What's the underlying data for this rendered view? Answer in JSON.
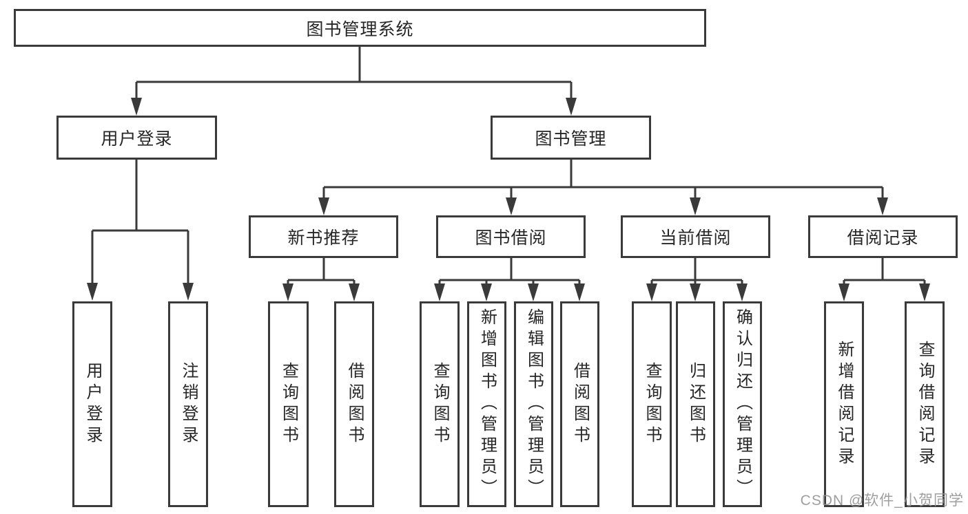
{
  "diagram": {
    "title": "图书管理系统",
    "watermark": "CSDN @软件_小贺同学",
    "colors": {
      "line": "#3a3a3a",
      "box_border": "#3a3a3a",
      "text": "#262626",
      "background": "#ffffff",
      "watermark": "#949494"
    },
    "nodes": {
      "root": {
        "label": "图书管理系统"
      },
      "user_login": {
        "label": "用户登录"
      },
      "book_mgmt": {
        "label": "图书管理"
      },
      "new_book_rec": {
        "label": "新书推荐"
      },
      "book_borrow": {
        "label": "图书借阅"
      },
      "current_borrow": {
        "label": "当前借阅"
      },
      "borrow_records": {
        "label": "借阅记录"
      },
      "login": {
        "label": "用户登录"
      },
      "logout": {
        "label": "注销登录"
      },
      "rec_query_books": {
        "label": "查询图书"
      },
      "rec_borrow_books": {
        "label": "借阅图书"
      },
      "bb_query_books": {
        "label": "查询图书"
      },
      "bb_add_books": {
        "label": "新增图书（管理员）"
      },
      "bb_edit_books": {
        "label": "编辑图书（管理员）"
      },
      "bb_borrow_books": {
        "label": "借阅图书"
      },
      "cb_query_books": {
        "label": "查询图书"
      },
      "cb_return_books": {
        "label": "归还图书"
      },
      "cb_confirm_return": {
        "label": "确认归还（管理员）"
      },
      "br_add_record": {
        "label": "新增借阅记录"
      },
      "br_query_record": {
        "label": "查询借阅记录"
      }
    },
    "hierarchy": {
      "root": [
        "user_login",
        "book_mgmt"
      ],
      "user_login": [
        "login",
        "logout"
      ],
      "book_mgmt": [
        "new_book_rec",
        "book_borrow",
        "current_borrow",
        "borrow_records"
      ],
      "new_book_rec": [
        "rec_query_books",
        "rec_borrow_books"
      ],
      "book_borrow": [
        "bb_query_books",
        "bb_add_books",
        "bb_edit_books",
        "bb_borrow_books"
      ],
      "current_borrow": [
        "cb_query_books",
        "cb_return_books",
        "cb_confirm_return"
      ],
      "borrow_records": [
        "br_add_record",
        "br_query_record"
      ]
    }
  }
}
